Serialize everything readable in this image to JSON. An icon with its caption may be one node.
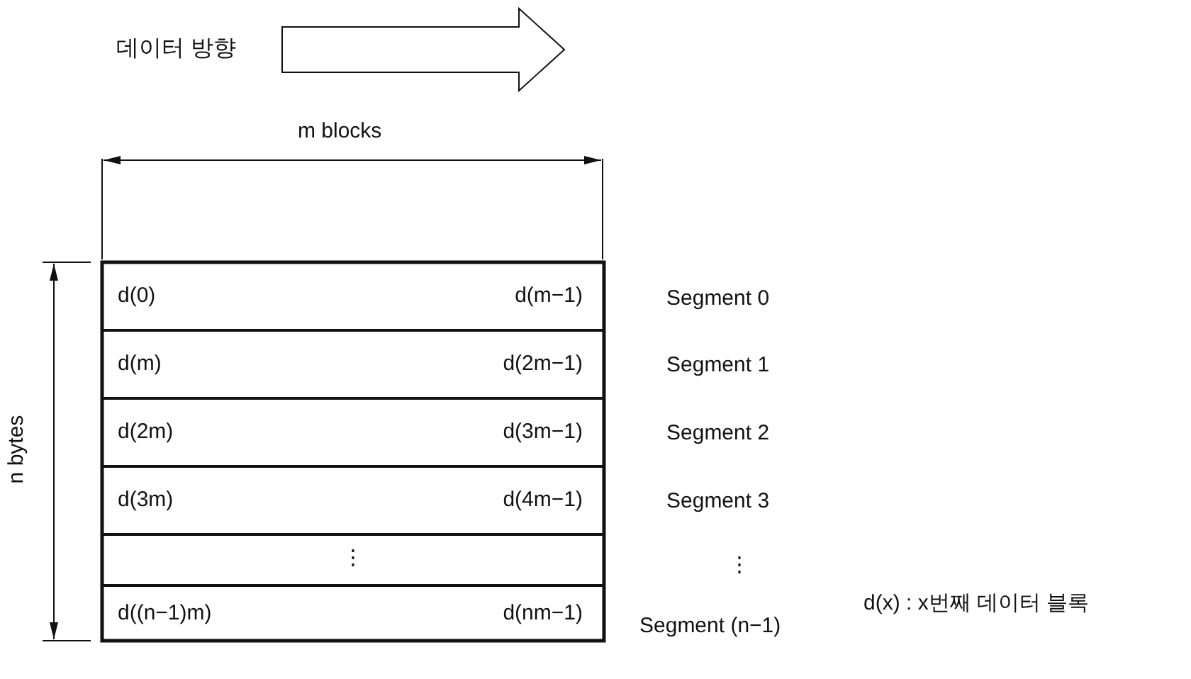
{
  "diagram": {
    "nodes": [
      {
        "text": [],
        "shape": "arrow",
        "beside": [
          "데이터 방향"
        ]
      },
      {
        "text": [
          "d(0)",
          "d(m−1)"
        ]
      },
      {
        "text": [
          "d(m)",
          "d(2m−1)"
        ]
      },
      {
        "text": [
          "d(2m)",
          "d(3m−1)"
        ]
      },
      {
        "text": [
          "d(3m)",
          "d(4m−1)"
        ]
      },
      {
        "text": [
          "⋮"
        ]
      },
      {
        "text": [
          "d((n−1)m)",
          "d(nm−1)"
        ]
      }
    ],
    "edges": [],
    "labels": [
      "m blocks",
      "n bytes",
      "Segment 0",
      "Segment 1",
      "Segment 2",
      "Segment 3",
      "⋮",
      "Segment (n−1)",
      "d(x) : x번째 데이터 블록"
    ]
  }
}
